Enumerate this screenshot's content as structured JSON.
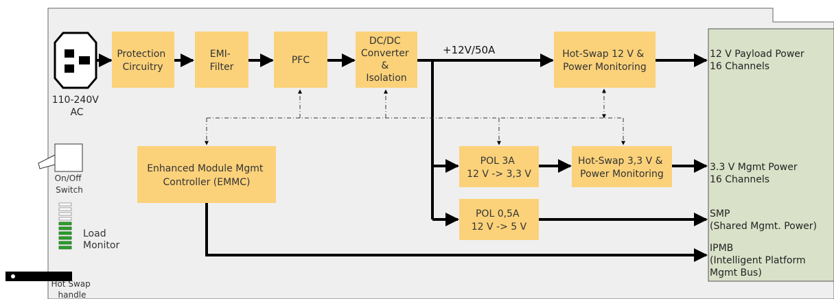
{
  "power_input": {
    "voltage_lines": [
      "110-240V",
      "AC"
    ]
  },
  "blocks": {
    "protection": [
      "Protection",
      "Circuitry"
    ],
    "emi": [
      "EMI-",
      "Filter"
    ],
    "pfc": [
      "PFC"
    ],
    "dcdc": [
      "DC/DC",
      "Converter",
      "&",
      "Isolation"
    ],
    "hotswap12": [
      "Hot-Swap 12 V  &",
      "Power Monitoring"
    ],
    "emmc": [
      "Enhanced Module Mgmt",
      "Controller (EMMC)"
    ],
    "pol3a": [
      "POL 3A",
      "12 V -> 3,3 V"
    ],
    "hotswap33": [
      "Hot-Swap 3,3 V &",
      "Power Monitoring"
    ],
    "pol05a": [
      "POL 0,5A",
      "12 V -> 5 V"
    ]
  },
  "rail_label": "+12V/50A",
  "outputs": {
    "payload": [
      "12 V Payload Power",
      "16 Channels"
    ],
    "mgmt": [
      "3.3 V Mgmt Power",
      "16 Channels"
    ],
    "smp": [
      "SMP",
      "(Shared Mgmt. Power)"
    ],
    "ipmb": [
      "IPMB",
      "(Intelligent Platform",
      "Mgmt Bus)"
    ]
  },
  "controls": {
    "switch_lines": [
      "On/Off",
      "Switch"
    ],
    "load_monitor_lines": [
      "Load",
      "Monitor"
    ],
    "hot_swap_lines": [
      "Hot Swap",
      "handle"
    ]
  },
  "load_monitor": {
    "total_bars": 10,
    "lit_bars": 6
  },
  "colors": {
    "block_fill": "#fbd27a",
    "panel_fill": "#efefef",
    "output_fill": "#d9e1c8",
    "load_lit": "#2f9e2f",
    "load_unlit": "#ffffff"
  }
}
